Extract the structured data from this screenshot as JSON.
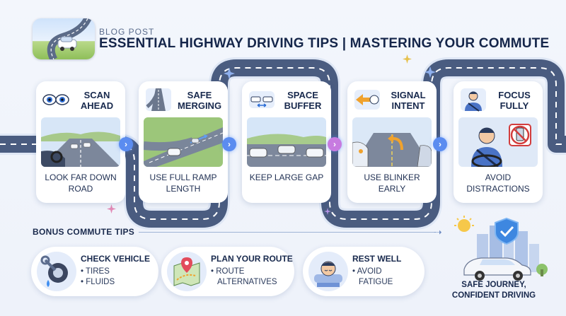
{
  "header": {
    "kicker": "BLOG POST",
    "title": "ESSENTIAL HIGHWAY DRIVING TIPS | MASTERING YOUR COMMUTE"
  },
  "steps": [
    {
      "head": "SCAN AHEAD",
      "foot": "LOOK FAR DOWN ROAD",
      "icon": "eyes-icon",
      "scene": "highway-view-icon"
    },
    {
      "head": "SAFE MERGING",
      "foot": "USE FULL RAMP LENGTH",
      "icon": "merge-road-icon",
      "scene": "on-ramp-icon"
    },
    {
      "head": "SPACE BUFFER",
      "foot": "KEEP LARGE GAP",
      "icon": "two-cars-icon",
      "scene": "spaced-cars-icon"
    },
    {
      "head": "SIGNAL INTENT",
      "foot": "USE BLINKER EARLY",
      "icon": "turn-signal-icon",
      "scene": "lane-change-icon"
    },
    {
      "head": "FOCUS FULLY",
      "foot": "AVOID DISTRACTIONS",
      "icon": "seatbelt-driver-icon",
      "scene": "no-phone-icon"
    }
  ],
  "bonus": {
    "title": "BONUS COMMUTE TIPS",
    "tips": [
      {
        "head": "CHECK VEHICLE",
        "items": [
          "• TIRES",
          "• FLUIDS"
        ],
        "icon": "tire-wrench-icon"
      },
      {
        "head": "PLAN YOUR ROUTE",
        "items": [
          "• ROUTE",
          "ALTERNATIVES"
        ],
        "icon": "map-pin-icon"
      },
      {
        "head": "REST WELL",
        "items": [
          "• AVOID",
          "FATIGUE"
        ],
        "icon": "sleeping-person-icon"
      }
    ]
  },
  "finale": {
    "line1": "SAFE JOURNEY,",
    "line2": "CONFIDENT DRIVING",
    "icon": "city-car-shield-icon"
  },
  "colors": {
    "road": "#4a5c80",
    "road_edge": "#dde6f5",
    "arrow_blue": "#5b8cf0",
    "arrow_pink": "#c77be0"
  }
}
